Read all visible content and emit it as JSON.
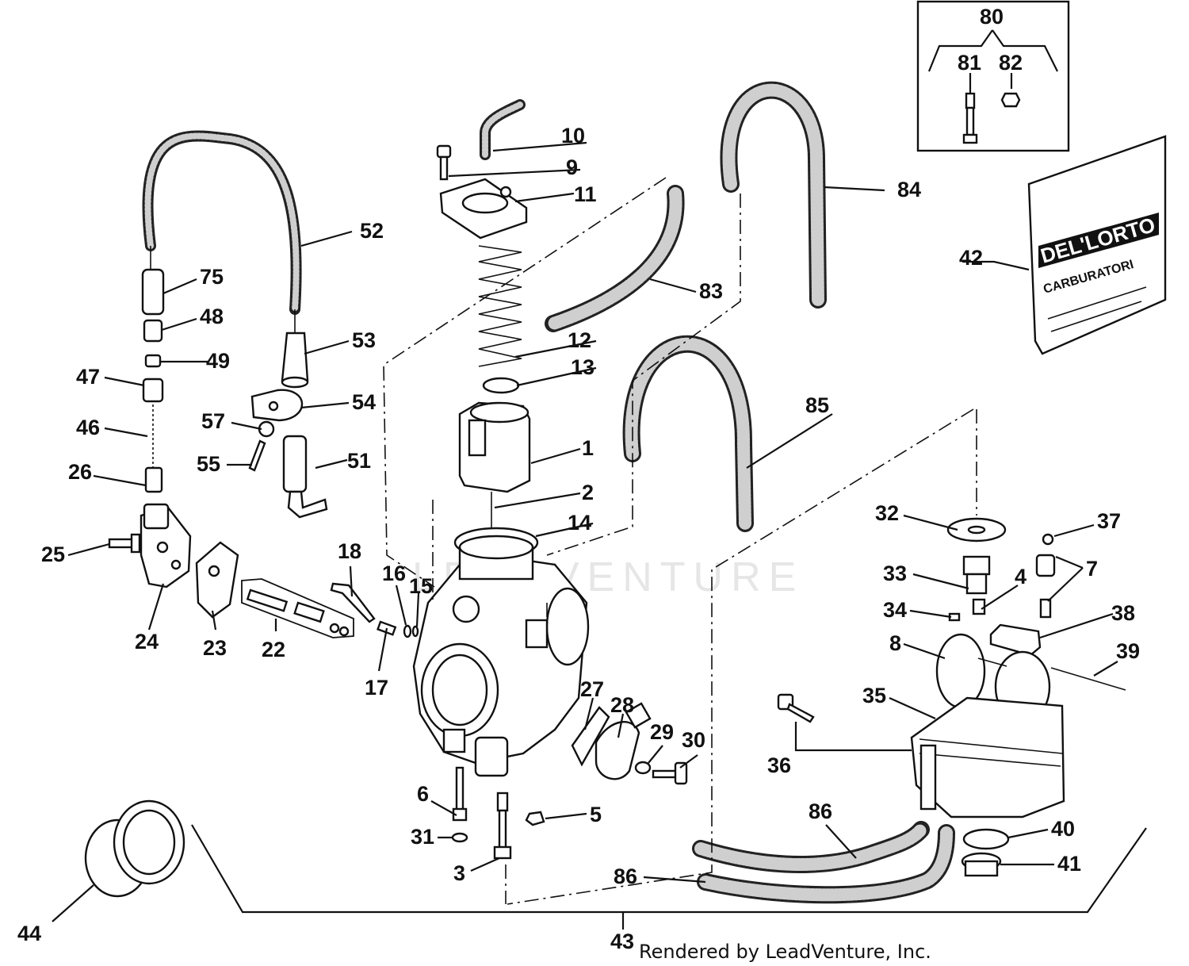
{
  "watermark": "LEADVENTURE",
  "credit": "Rendered by LeadVenture, Inc.",
  "package_label": {
    "brand": "DEL'LORTO",
    "line": "CARBURATORI"
  },
  "callouts": {
    "c1": "1",
    "c2": "2",
    "c3": "3",
    "c4": "4",
    "c5": "5",
    "c6": "6",
    "c7": "7",
    "c8": "8",
    "c9": "9",
    "c10": "10",
    "c11": "11",
    "c12": "12",
    "c13": "13",
    "c14": "14",
    "c15": "15",
    "c16": "16",
    "c17": "17",
    "c18": "18",
    "c22": "22",
    "c23": "23",
    "c24": "24",
    "c25": "25",
    "c26": "26",
    "c27": "27",
    "c28": "28",
    "c29": "29",
    "c30": "30",
    "c31": "31",
    "c32": "32",
    "c33": "33",
    "c34": "34",
    "c35": "35",
    "c36": "36",
    "c37": "37",
    "c38": "38",
    "c39": "39",
    "c40": "40",
    "c41": "41",
    "c42": "42",
    "c43": "43",
    "c44": "44",
    "c46": "46",
    "c47": "47",
    "c48": "48",
    "c49": "49",
    "c51": "51",
    "c52": "52",
    "c53": "53",
    "c54": "54",
    "c55": "55",
    "c57": "57",
    "c75": "75",
    "c80": "80",
    "c81": "81",
    "c82": "82",
    "c83": "83",
    "c84": "84",
    "c85": "85",
    "c86a": "86",
    "c86b": "86"
  }
}
